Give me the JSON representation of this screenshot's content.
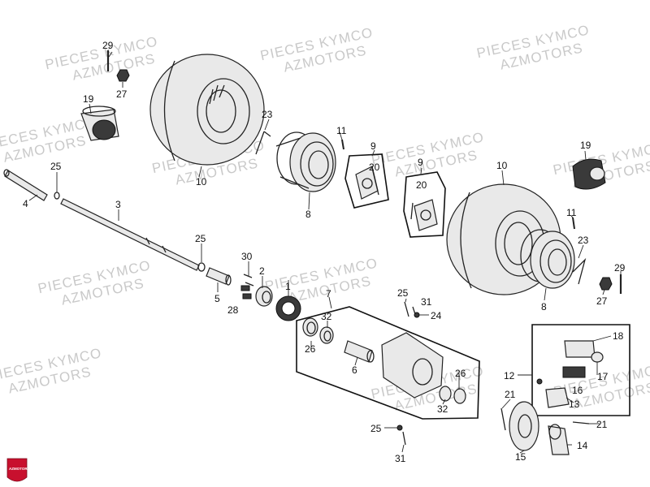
{
  "watermark": {
    "line1": "PIECES KYMCO",
    "line2": "AZMOTORS"
  },
  "logo": {
    "text": "AZMOTORS",
    "color": "#c8102e"
  },
  "callouts": [
    {
      "id": "c29a",
      "text": "29"
    },
    {
      "id": "c27a",
      "text": "27"
    },
    {
      "id": "c19a",
      "text": "19"
    },
    {
      "id": "c10a",
      "text": "10"
    },
    {
      "id": "c23a",
      "text": "23"
    },
    {
      "id": "c11a",
      "text": "11"
    },
    {
      "id": "c8a",
      "text": "8"
    },
    {
      "id": "c9a",
      "text": "9"
    },
    {
      "id": "c20a",
      "text": "20"
    },
    {
      "id": "c9b",
      "text": "9"
    },
    {
      "id": "c20b",
      "text": "20"
    },
    {
      "id": "c19b",
      "text": "19"
    },
    {
      "id": "c10b",
      "text": "10"
    },
    {
      "id": "c11b",
      "text": "11"
    },
    {
      "id": "c23b",
      "text": "23"
    },
    {
      "id": "c29b",
      "text": "29"
    },
    {
      "id": "c27b",
      "text": "27"
    },
    {
      "id": "c8b",
      "text": "8"
    },
    {
      "id": "c25a",
      "text": "25"
    },
    {
      "id": "c4",
      "text": "4"
    },
    {
      "id": "c3",
      "text": "3"
    },
    {
      "id": "c25b",
      "text": "25"
    },
    {
      "id": "c5",
      "text": "5"
    },
    {
      "id": "c30",
      "text": "30"
    },
    {
      "id": "c2",
      "text": "2"
    },
    {
      "id": "c28",
      "text": "28"
    },
    {
      "id": "c1",
      "text": "1"
    },
    {
      "id": "c7",
      "text": "7"
    },
    {
      "id": "c32a",
      "text": "32"
    },
    {
      "id": "c26a",
      "text": "26"
    },
    {
      "id": "c6",
      "text": "6"
    },
    {
      "id": "c25c",
      "text": "25"
    },
    {
      "id": "c31a",
      "text": "31"
    },
    {
      "id": "c24",
      "text": "24"
    },
    {
      "id": "c26b",
      "text": "26"
    },
    {
      "id": "c32b",
      "text": "32"
    },
    {
      "id": "c25d",
      "text": "25"
    },
    {
      "id": "c31b",
      "text": "31"
    },
    {
      "id": "c18",
      "text": "18"
    },
    {
      "id": "c12",
      "text": "12"
    },
    {
      "id": "c16",
      "text": "16"
    },
    {
      "id": "c17",
      "text": "17"
    },
    {
      "id": "c13",
      "text": "13"
    },
    {
      "id": "c21a",
      "text": "21"
    },
    {
      "id": "c21b",
      "text": "21"
    },
    {
      "id": "c14",
      "text": "14"
    },
    {
      "id": "c15",
      "text": "15"
    }
  ]
}
